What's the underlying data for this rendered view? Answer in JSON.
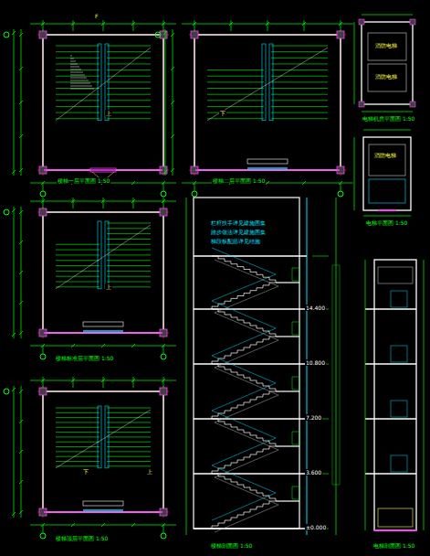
{
  "diagram": {
    "labels": [
      "F",
      "楼梯一层平面图 1:50",
      "楼梯二层平面图 1:50",
      "电梯机房平面图 1:50",
      "电梯平面图 1:50",
      "楼梯标准层平面图 1:50",
      "楼梯顶层平面图 1:50",
      "楼梯剖面图 1:50",
      "电梯剖面图 1:50",
      "消防电梯",
      "消防电梯",
      "消防电梯",
      "上",
      "下",
      "上",
      "下",
      "上",
      "±0.000",
      "3.600",
      "7.200",
      "10.800",
      "14.400",
      "栏杆扶手详见建施图集",
      "踏步做法详见建施图集",
      "梯段板配筋详见结施"
    ]
  }
}
